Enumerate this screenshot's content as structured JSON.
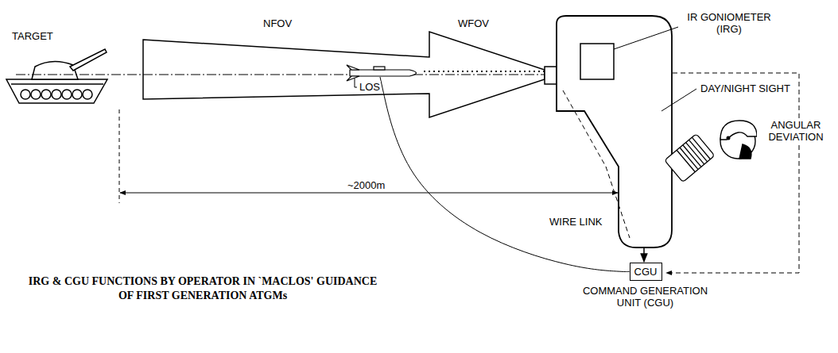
{
  "diagram": {
    "caption": "IRG & CGU FUNCTIONS BY OPERATOR IN `MACLOS' GUIDANCE OF FIRST GENERATION ATGMs",
    "nodes": [
      {
        "text": [
          "CGU",
          "COMMAND GENERATION UNIT (CGU)"
        ]
      }
    ],
    "labels": [
      "TARGET",
      "NFOV",
      "WFOV",
      "LOS",
      "IR GONIOMETER (IRG)",
      "DAY/NIGHT SIGHT",
      "ANGULAR DEVIATION",
      "~2000m",
      "WIRE LINK"
    ]
  }
}
